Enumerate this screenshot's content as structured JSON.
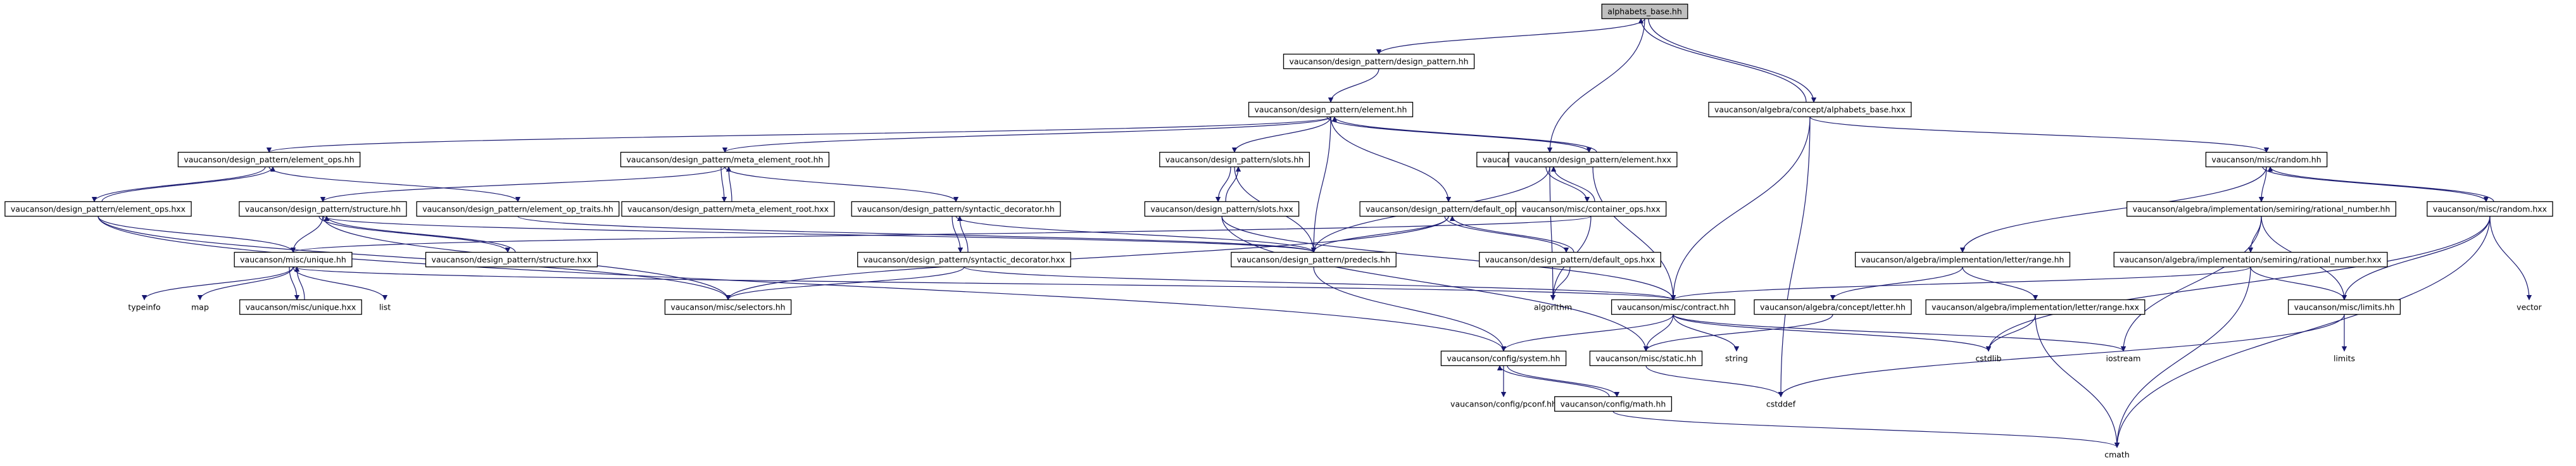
{
  "colors": {
    "edge": "#191970",
    "node_fill": "#ffffff",
    "root_fill": "#bfbfbf",
    "border": "#000000",
    "text": "#000000"
  },
  "nodes": [
    {
      "id": "root",
      "label": "alphabets_base.hh",
      "boxed": true,
      "root": true
    },
    {
      "id": "dp_hh",
      "label": "vaucanson/design_pattern/design_pattern.hh",
      "boxed": true
    },
    {
      "id": "alpha_hxx",
      "label": "vaucanson/algebra/concept/alphabets_base.hxx",
      "boxed": true
    },
    {
      "id": "element_hh",
      "label": "vaucanson/design_pattern/element.hh",
      "boxed": true
    },
    {
      "id": "element_ops_hh",
      "label": "vaucanson/design_pattern/element_ops.hh",
      "boxed": true
    },
    {
      "id": "meta_root_hh",
      "label": "vaucanson/design_pattern/meta_element_root.hh",
      "boxed": true
    },
    {
      "id": "slots_hh",
      "label": "vaucanson/design_pattern/slots.hh",
      "boxed": true
    },
    {
      "id": "cont_ops_hh",
      "label": "vaucanson/misc/container_ops.hh",
      "boxed": true
    },
    {
      "id": "element_hxx",
      "label": "vaucanson/design_pattern/element.hxx",
      "boxed": true
    },
    {
      "id": "random_hh",
      "label": "vaucanson/misc/random.hh",
      "boxed": true
    },
    {
      "id": "element_ops_hxx",
      "label": "vaucanson/design_pattern/element_ops.hxx",
      "boxed": true
    },
    {
      "id": "structure_hh",
      "label": "vaucanson/design_pattern/structure.hh",
      "boxed": true
    },
    {
      "id": "elem_traits_hh",
      "label": "vaucanson/design_pattern/element_op_traits.hh",
      "boxed": true
    },
    {
      "id": "meta_root_hxx",
      "label": "vaucanson/design_pattern/meta_element_root.hxx",
      "boxed": true
    },
    {
      "id": "synt_dec_hh",
      "label": "vaucanson/design_pattern/syntactic_decorator.hh",
      "boxed": true
    },
    {
      "id": "slots_hxx",
      "label": "vaucanson/design_pattern/slots.hxx",
      "boxed": true
    },
    {
      "id": "default_ops_hh",
      "label": "vaucanson/design_pattern/default_ops.hh",
      "boxed": true
    },
    {
      "id": "cont_ops_hxx",
      "label": "vaucanson/misc/container_ops.hxx",
      "boxed": true
    },
    {
      "id": "rational_hh",
      "label": "vaucanson/algebra/implementation/semiring/rational_number.hh",
      "boxed": true
    },
    {
      "id": "random_hxx",
      "label": "vaucanson/misc/random.hxx",
      "boxed": true
    },
    {
      "id": "unique_hh",
      "label": "vaucanson/misc/unique.hh",
      "boxed": true
    },
    {
      "id": "structure_hxx",
      "label": "vaucanson/design_pattern/structure.hxx",
      "boxed": true
    },
    {
      "id": "predecls_hh",
      "label": "vaucanson/design_pattern/predecls.hh",
      "boxed": true
    },
    {
      "id": "synt_dec_hxx",
      "label": "vaucanson/design_pattern/syntactic_decorator.hxx",
      "boxed": true
    },
    {
      "id": "default_ops_hxx",
      "label": "vaucanson/design_pattern/default_ops.hxx",
      "boxed": true
    },
    {
      "id": "letter_range_hh",
      "label": "vaucanson/algebra/implementation/letter/range.hh",
      "boxed": true
    },
    {
      "id": "rational_hxx",
      "label": "vaucanson/algebra/implementation/semiring/rational_number.hxx",
      "boxed": true
    },
    {
      "id": "typeinfo",
      "label": "typeinfo",
      "boxed": false
    },
    {
      "id": "map",
      "label": "map",
      "boxed": false
    },
    {
      "id": "unique_hxx",
      "label": "vaucanson/misc/unique.hxx",
      "boxed": true
    },
    {
      "id": "list",
      "label": "list",
      "boxed": false
    },
    {
      "id": "selectors_hh",
      "label": "vaucanson/misc/selectors.hh",
      "boxed": true
    },
    {
      "id": "algorithm",
      "label": "algorithm",
      "boxed": false
    },
    {
      "id": "contract_hh",
      "label": "vaucanson/misc/contract.hh",
      "boxed": true
    },
    {
      "id": "letter_hh",
      "label": "vaucanson/algebra/concept/letter.hh",
      "boxed": true
    },
    {
      "id": "letter_range_hxx",
      "label": "vaucanson/algebra/implementation/letter/range.hxx",
      "boxed": true
    },
    {
      "id": "limits_hh",
      "label": "vaucanson/misc/limits.hh",
      "boxed": true
    },
    {
      "id": "vector",
      "label": "vector",
      "boxed": false
    },
    {
      "id": "system_hh",
      "label": "vaucanson/config/system.hh",
      "boxed": true
    },
    {
      "id": "static_hh",
      "label": "vaucanson/misc/static.hh",
      "boxed": true
    },
    {
      "id": "string",
      "label": "string",
      "boxed": false
    },
    {
      "id": "cstdlib",
      "label": "cstdlib",
      "boxed": false
    },
    {
      "id": "iostream",
      "label": "iostream",
      "boxed": false
    },
    {
      "id": "limits",
      "label": "limits",
      "boxed": false
    },
    {
      "id": "pconf_hh",
      "label": "vaucanson/config/pconf.hh",
      "boxed": false
    },
    {
      "id": "math_hh",
      "label": "vaucanson/config/math.hh",
      "boxed": true
    },
    {
      "id": "cstddef",
      "label": "cstddef",
      "boxed": false
    },
    {
      "id": "cmath",
      "label": "cmath",
      "boxed": false
    }
  ],
  "edges": [
    [
      "root",
      "dp_hh"
    ],
    [
      "root",
      "alpha_hxx"
    ],
    [
      "root",
      "cont_ops_hh"
    ],
    [
      "alpha_hxx",
      "root"
    ],
    [
      "alpha_hxx",
      "random_hh"
    ],
    [
      "alpha_hxx",
      "contract_hh"
    ],
    [
      "alpha_hxx",
      "cstddef"
    ],
    [
      "dp_hh",
      "element_hh"
    ],
    [
      "element_hh",
      "element_ops_hh"
    ],
    [
      "element_hh",
      "meta_root_hh"
    ],
    [
      "element_hh",
      "slots_hh"
    ],
    [
      "element_hh",
      "element_hxx"
    ],
    [
      "element_hh",
      "predecls_hh"
    ],
    [
      "element_hh",
      "default_ops_hh"
    ],
    [
      "element_hxx",
      "element_hh"
    ],
    [
      "element_hxx",
      "contract_hh"
    ],
    [
      "element_ops_hh",
      "element_ops_hxx"
    ],
    [
      "element_ops_hh",
      "elem_traits_hh"
    ],
    [
      "element_ops_hxx",
      "element_ops_hh"
    ],
    [
      "element_ops_hxx",
      "unique_hh"
    ],
    [
      "element_ops_hxx",
      "selectors_hh"
    ],
    [
      "element_ops_hxx",
      "system_hh"
    ],
    [
      "meta_root_hh",
      "structure_hh"
    ],
    [
      "meta_root_hh",
      "meta_root_hxx"
    ],
    [
      "meta_root_hh",
      "synt_dec_hh"
    ],
    [
      "meta_root_hxx",
      "meta_root_hh"
    ],
    [
      "structure_hh",
      "unique_hh"
    ],
    [
      "structure_hh",
      "structure_hxx"
    ],
    [
      "structure_hh",
      "predecls_hh"
    ],
    [
      "structure_hh",
      "selectors_hh"
    ],
    [
      "structure_hxx",
      "structure_hh"
    ],
    [
      "elem_traits_hh",
      "predecls_hh"
    ],
    [
      "synt_dec_hh",
      "synt_dec_hxx"
    ],
    [
      "synt_dec_hh",
      "predecls_hh"
    ],
    [
      "synt_dec_hxx",
      "synt_dec_hh"
    ],
    [
      "synt_dec_hxx",
      "selectors_hh"
    ],
    [
      "synt_dec_hxx",
      "contract_hh"
    ],
    [
      "slots_hh",
      "slots_hxx"
    ],
    [
      "slots_hh",
      "predecls_hh"
    ],
    [
      "slots_hxx",
      "slots_hh"
    ],
    [
      "slots_hxx",
      "contract_hh"
    ],
    [
      "slots_hxx",
      "static_hh"
    ],
    [
      "cont_ops_hh",
      "cont_ops_hxx"
    ],
    [
      "cont_ops_hh",
      "predecls_hh"
    ],
    [
      "cont_ops_hh",
      "algorithm"
    ],
    [
      "cont_ops_hxx",
      "cont_ops_hh"
    ],
    [
      "cont_ops_hxx",
      "algorithm"
    ],
    [
      "cont_ops_hxx",
      "unique_hh"
    ],
    [
      "default_ops_hh",
      "default_ops_hxx"
    ],
    [
      "default_ops_hh",
      "predecls_hh"
    ],
    [
      "default_ops_hh",
      "selectors_hh"
    ],
    [
      "default_ops_hxx",
      "default_ops_hh"
    ],
    [
      "default_ops_hxx",
      "algorithm"
    ],
    [
      "unique_hh",
      "typeinfo"
    ],
    [
      "unique_hh",
      "map"
    ],
    [
      "unique_hh",
      "unique_hxx"
    ],
    [
      "unique_hh",
      "list"
    ],
    [
      "unique_hh",
      "contract_hh"
    ],
    [
      "unique_hxx",
      "unique_hh"
    ],
    [
      "predecls_hh",
      "system_hh"
    ],
    [
      "contract_hh",
      "system_hh"
    ],
    [
      "contract_hh",
      "static_hh"
    ],
    [
      "contract_hh",
      "string"
    ],
    [
      "contract_hh",
      "cstdlib"
    ],
    [
      "contract_hh",
      "iostream"
    ],
    [
      "static_hh",
      "cstddef"
    ],
    [
      "system_hh",
      "pconf_hh"
    ],
    [
      "system_hh",
      "math_hh"
    ],
    [
      "math_hh",
      "system_hh"
    ],
    [
      "math_hh",
      "cmath"
    ],
    [
      "random_hh",
      "letter_range_hh"
    ],
    [
      "random_hh",
      "rational_hh"
    ],
    [
      "random_hh",
      "random_hxx"
    ],
    [
      "random_hxx",
      "random_hh"
    ],
    [
      "random_hxx",
      "limits_hh"
    ],
    [
      "random_hxx",
      "vector"
    ],
    [
      "random_hxx",
      "cstdlib"
    ],
    [
      "random_hxx",
      "cmath"
    ],
    [
      "rational_hh",
      "rational_hxx"
    ],
    [
      "rational_hh",
      "iostream"
    ],
    [
      "rational_hh",
      "limits_hh"
    ],
    [
      "rational_hxx",
      "contract_hh"
    ],
    [
      "rational_hxx",
      "limits_hh"
    ],
    [
      "rational_hxx",
      "cmath"
    ],
    [
      "letter_range_hh",
      "letter_hh"
    ],
    [
      "letter_range_hh",
      "letter_range_hxx"
    ],
    [
      "letter_hh",
      "static_hh"
    ],
    [
      "letter_range_hxx",
      "cstdlib"
    ],
    [
      "letter_range_hxx",
      "cmath"
    ],
    [
      "limits_hh",
      "limits"
    ],
    [
      "limits_hh",
      "cstddef"
    ]
  ]
}
